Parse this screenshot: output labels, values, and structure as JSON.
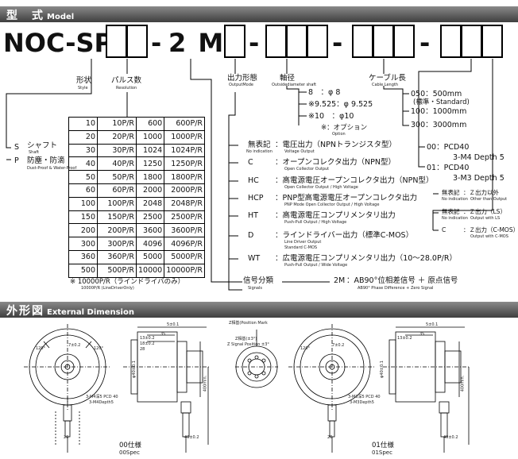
{
  "model_section": {
    "title_jp": "型　式",
    "title_en": "Model"
  },
  "model_code": {
    "prefix": "NOC-SP",
    "dash1": "-",
    "mid": "2 M",
    "dash2": "-",
    "dash3": "-",
    "dash4": "-"
  },
  "shape": {
    "label_jp": "形状",
    "label_en": "Style",
    "items": [
      {
        "code": "S",
        "jp": "シャフト",
        "en": "Shaft"
      },
      {
        "code": "P",
        "jp": "防塵・防滴",
        "en": "Dust-Proof & Water-Proof"
      }
    ]
  },
  "resolution": {
    "label_jp": "パルス数",
    "label_en": "Resolution",
    "rows": [
      [
        "10",
        "10P/R",
        "600",
        "600P/R"
      ],
      [
        "20",
        "20P/R",
        "1000",
        "1000P/R"
      ],
      [
        "30",
        "30P/R",
        "1024",
        "1024P/R"
      ],
      [
        "40",
        "40P/R",
        "1250",
        "1250P/R"
      ],
      [
        "50",
        "50P/R",
        "1800",
        "1800P/R"
      ],
      [
        "60",
        "60P/R",
        "2000",
        "2000P/R"
      ],
      [
        "100",
        "100P/R",
        "2048",
        "2048P/R"
      ],
      [
        "150",
        "150P/R",
        "2500",
        "2500P/R"
      ],
      [
        "200",
        "200P/R",
        "3600",
        "3600P/R"
      ],
      [
        "300",
        "300P/R",
        "4096",
        "4096P/R"
      ],
      [
        "360",
        "360P/R",
        "5000",
        "5000P/R"
      ],
      [
        "500",
        "500P/R",
        "10000",
        "10000P/R"
      ]
    ],
    "note_jp": "※ 10000P/R（ラインドライバのみ）",
    "note_en": "10000P/R (LineDriverOnly)"
  },
  "output_mode": {
    "label_jp": "出力形態",
    "label_en": "OutputMode",
    "items": [
      {
        "code": "無表記",
        "code_en": "No indication",
        "jp": "：電圧出力（NPNトランジスタ型）",
        "en": "Voltage Output"
      },
      {
        "code": "C",
        "code_en": "",
        "jp": "：オープンコレクタ出力（NPN型）",
        "en": "Open Collector Output"
      },
      {
        "code": "HC",
        "code_en": "",
        "jp": "：高電源電圧オープンコレクタ出力（NPN型）",
        "en": "Open Collector Output / High Voltage"
      },
      {
        "code": "HCP",
        "code_en": "",
        "jp": "：PNP型高電源電圧オープンコレクタ出力",
        "en": "PNP Mode Open Collector Output / High Voltage"
      },
      {
        "code": "HT",
        "code_en": "",
        "jp": "：高電源電圧コンプリメンタリ出力",
        "en": "Push-Pull Output / High Voltage"
      },
      {
        "code": "D",
        "code_en": "",
        "jp": "：ラインドライバー出力（標準C-MOS）",
        "en": "Line Driver Output",
        "en2": "Standard C-MOS"
      },
      {
        "code": "WT",
        "code_en": "",
        "jp": "：広電源電圧コンプリメンタリ出力（10〜28.0P/R）",
        "en": "Push-Pull Output / Wide Voltage"
      }
    ]
  },
  "shaft": {
    "label_jp": "軸径",
    "label_en": "Outsidediameter shaft",
    "items": [
      "8　：φ 8",
      "※9.525：φ 9.525",
      "※10　：φ10"
    ],
    "note_jp": "※：オプション",
    "note_en": "Option"
  },
  "cable": {
    "label_jp": "ケーブル長",
    "label_en": "Cable Length",
    "items": [
      "050：500mm",
      "(標準・Standard)",
      "100：1000mm",
      "300：3000mm"
    ]
  },
  "mount": {
    "items": [
      {
        "code": "00",
        "l1": "：PCD40",
        "l2": "3-M4 Depth 5"
      },
      {
        "code": "01",
        "l1": "：PCD40",
        "l2": "3-M3 Depth 5"
      }
    ]
  },
  "ls": {
    "items": [
      {
        "code": "無表記",
        "code_en": "No indication",
        "jp": "：Ｚ出力以外",
        "en": "Other than Output"
      },
      {
        "code": "無表記",
        "code_en": "No indication",
        "jp": "：Ｚ出力（LS）",
        "en": "Output with LS"
      },
      {
        "code": "C",
        "code_en": "",
        "jp": "：Ｚ出力（C-MOS）",
        "en": "Output with C-MOS"
      }
    ]
  },
  "signal": {
    "label_jp": "信号分類",
    "label_en": "Signals",
    "code": "2M",
    "jp": "：AB90°位相差信号 ＋ 原点信号",
    "en": "AB90° Phase Difference + Zero Signal"
  },
  "external": {
    "title_jp": "外形図",
    "title_en": "External Dimension",
    "spec1_jp": "00仕様",
    "spec1_en": "00Spec",
    "spec2_jp": "01仕様",
    "spec2_en": "01Spec",
    "zmark1": "Z相基(Position Mark",
    "zmark2": "Z相基(±3°)",
    "zmark3": "Z Signal Position ±3°",
    "dims": {
      "d120": "120°",
      "d35": "35",
      "d5": "5±0.1",
      "d7": "7±0.2",
      "d13": "13±0.2",
      "d18": "18±0.2",
      "d28": "28",
      "phi40": "φ40±0.1",
      "hole1": "3-M4深5 PCD 40",
      "hole1b": "3-M4Depth5",
      "hole2": "3-M3深5 PCD 40",
      "hole2b": "3-M3Depth5",
      "len": "400min.",
      "d20": "20",
      "d40": "40±0.2",
      "d30": "φ30 -0.02",
      "d8": "φ8"
    }
  }
}
